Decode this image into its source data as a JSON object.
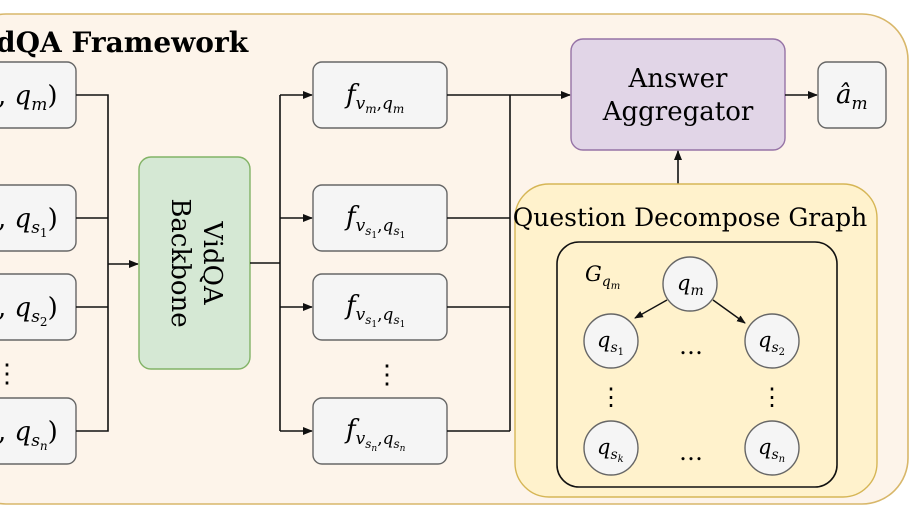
{
  "framework_title": "dQA Framework",
  "inputs": [
    {
      "pre": ", ",
      "q": "q",
      "sub": "m",
      "subsub": "",
      "post": ")"
    },
    {
      "pre": ", ",
      "q": "q",
      "sub": "s",
      "subsub": "1",
      "post": ")"
    },
    {
      "pre": ", ",
      "q": "q",
      "sub": "s",
      "subsub": "2",
      "post": ")"
    },
    {
      "pre": ", ",
      "q": "q",
      "sub": "s",
      "subsub": "n",
      "post": ")"
    }
  ],
  "input_ellipsis": "⋮",
  "backbone_label_line1": "VidQA",
  "backbone_label_line2": "Backbone",
  "features": [
    {
      "base": "f",
      "v": "v",
      "vsub": "m",
      "q": "q",
      "qsub": "m"
    },
    {
      "base": "f",
      "v": "v",
      "vsub": "s",
      "vsubsub": "1",
      "q": "q",
      "qsub": "s",
      "qsubsub": "1"
    },
    {
      "base": "f",
      "v": "v",
      "vsub": "s",
      "vsubsub": "1",
      "q": "q",
      "qsub": "s",
      "qsubsub": "1"
    },
    {
      "base": "f",
      "v": "v",
      "vsub": "s",
      "vsubsub": "n",
      "q": "q",
      "qsub": "s",
      "qsubsub": "n"
    }
  ],
  "feature_ellipsis": "⋮",
  "aggregator_line1": "Answer",
  "aggregator_line2": "Aggregator",
  "output": {
    "base": "â",
    "sub": "m"
  },
  "graph_title": "Question Decompose Graph",
  "graph_label": {
    "base": "G",
    "sub": "q",
    "subsub": "m"
  },
  "graph_nodes": [
    {
      "id": "qm",
      "base": "q",
      "sub": "m",
      "subsub": ""
    },
    {
      "id": "qs1",
      "base": "q",
      "sub": "s",
      "subsub": "1"
    },
    {
      "id": "qs2",
      "base": "q",
      "sub": "s",
      "subsub": "2"
    },
    {
      "id": "qsk",
      "base": "q",
      "sub": "s",
      "subsub": "k"
    },
    {
      "id": "qsn",
      "base": "q",
      "sub": "s",
      "subsub": "n"
    }
  ],
  "graph_hdots": "…",
  "graph_vdots": "⋮",
  "colors": {
    "outer_fill": "#fdf4ea",
    "outer_stroke": "#d8b76a",
    "box_fill": "#f5f5f5",
    "box_stroke": "#666666",
    "backbone_fill": "#d5e8d4",
    "backbone_stroke": "#82b366",
    "aggregator_fill": "#e1d5e7",
    "aggregator_stroke": "#9673a6",
    "graph_fill": "#fff2cc",
    "graph_stroke": "#d6b656",
    "node_fill": "#f5f5f5",
    "node_stroke": "#666666"
  }
}
